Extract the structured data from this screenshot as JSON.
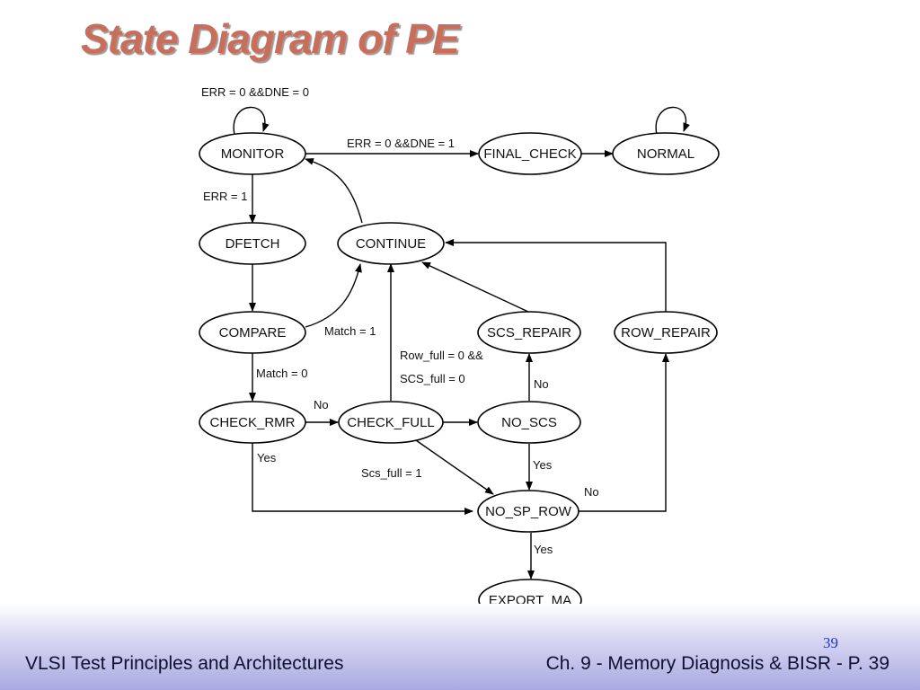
{
  "slide": {
    "title": "State Diagram of PE",
    "page_number": "39"
  },
  "footer": {
    "left": "VLSI Test Principles and Architectures",
    "right": "Ch. 9 - Memory Diagnosis & BISR - P. 39"
  },
  "diagram": {
    "states": {
      "monitor": "MONITOR",
      "final_check": "FINAL_CHECK",
      "normal": "NORMAL",
      "dfetch": "DFETCH",
      "continue": "CONTINUE",
      "compare": "COMPARE",
      "scs_repair": "SCS_REPAIR",
      "row_repair": "ROW_REPAIR",
      "check_rmr": "CHECK_RMR",
      "check_full": "CHECK_FULL",
      "no_scs": "NO_SCS",
      "no_sp_row": "NO_SP_ROW",
      "export_ma": "EXPORT_MA"
    },
    "edge_labels": {
      "monitor_self": "ERR = 0 &&DNE = 0",
      "monitor_to_final": "ERR = 0 &&DNE = 1",
      "monitor_to_dfetch": "ERR = 1",
      "compare_to_continue": "Match = 1",
      "compare_to_check_rmr": "Match = 0",
      "check_full_to_continue_1": "Row_full = 0 &&",
      "check_full_to_continue_2": "SCS_full = 0",
      "no_scs_to_scs_repair": "No",
      "check_rmr_to_check_full": "No",
      "check_rmr_to_no_sp_row": "Yes",
      "check_full_to_no_sp_row": "Scs_full = 1",
      "no_scs_to_no_sp_row": "Yes",
      "no_sp_row_to_row_repair": "No",
      "no_sp_row_to_export": "Yes"
    }
  }
}
